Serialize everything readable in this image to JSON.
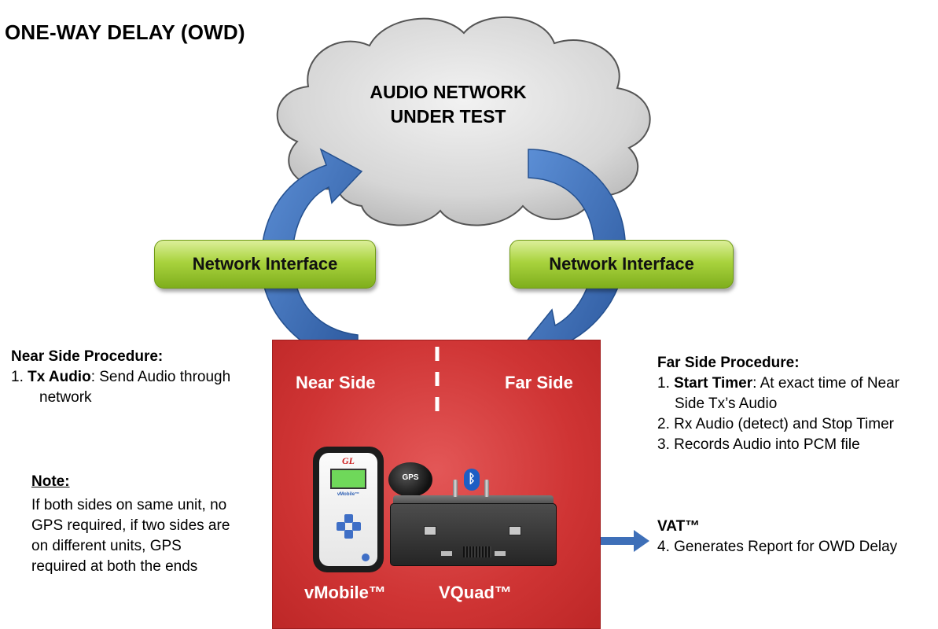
{
  "title": "ONE-WAY DELAY (OWD)",
  "cloud": {
    "line1": "AUDIO NETWORK",
    "line2": "UNDER TEST"
  },
  "network_interface_left": "Network Interface",
  "network_interface_right": "Network Interface",
  "near_side_label": "Near Side",
  "far_side_label": "Far Side",
  "devices": {
    "vmobile_label": "vMobile™",
    "vquad_label": "VQuad™",
    "gps_label": "GPS",
    "vmobile_logo": "GL",
    "vmobile_name": "vMobile™"
  },
  "near_procedure": {
    "heading": "Near Side Procedure:",
    "step1_prefix": "1. ",
    "step1_bold": "Tx Audio",
    "step1_rest": ": Send Audio through",
    "step1_cont": "network"
  },
  "far_procedure": {
    "heading": "Far Side Procedure:",
    "step1_prefix": "1. ",
    "step1_bold": "Start Timer",
    "step1_rest": ": At exact time of Near",
    "step1_cont": "Side Tx’s Audio",
    "step2": "2. Rx Audio (detect) and Stop Timer",
    "step3": "3. Records Audio into PCM file"
  },
  "note": {
    "heading": "Note:",
    "lines": [
      "If both sides on same unit, no",
      "GPS required, if two sides are",
      "on different units, GPS",
      "required at both the ends"
    ]
  },
  "vat": {
    "heading": "VAT™",
    "step4": "4. Generates Report for OWD Delay"
  },
  "colors": {
    "red_box": "#cf3434",
    "arrow_blue": "#3e6fb8",
    "interface_green": "#a9d33e",
    "cloud_gray": "#d4d4d4"
  },
  "icons": [
    "cloud-shape",
    "curved-arrow",
    "bluetooth-icon",
    "gps-antenna",
    "right-arrow-icon"
  ]
}
